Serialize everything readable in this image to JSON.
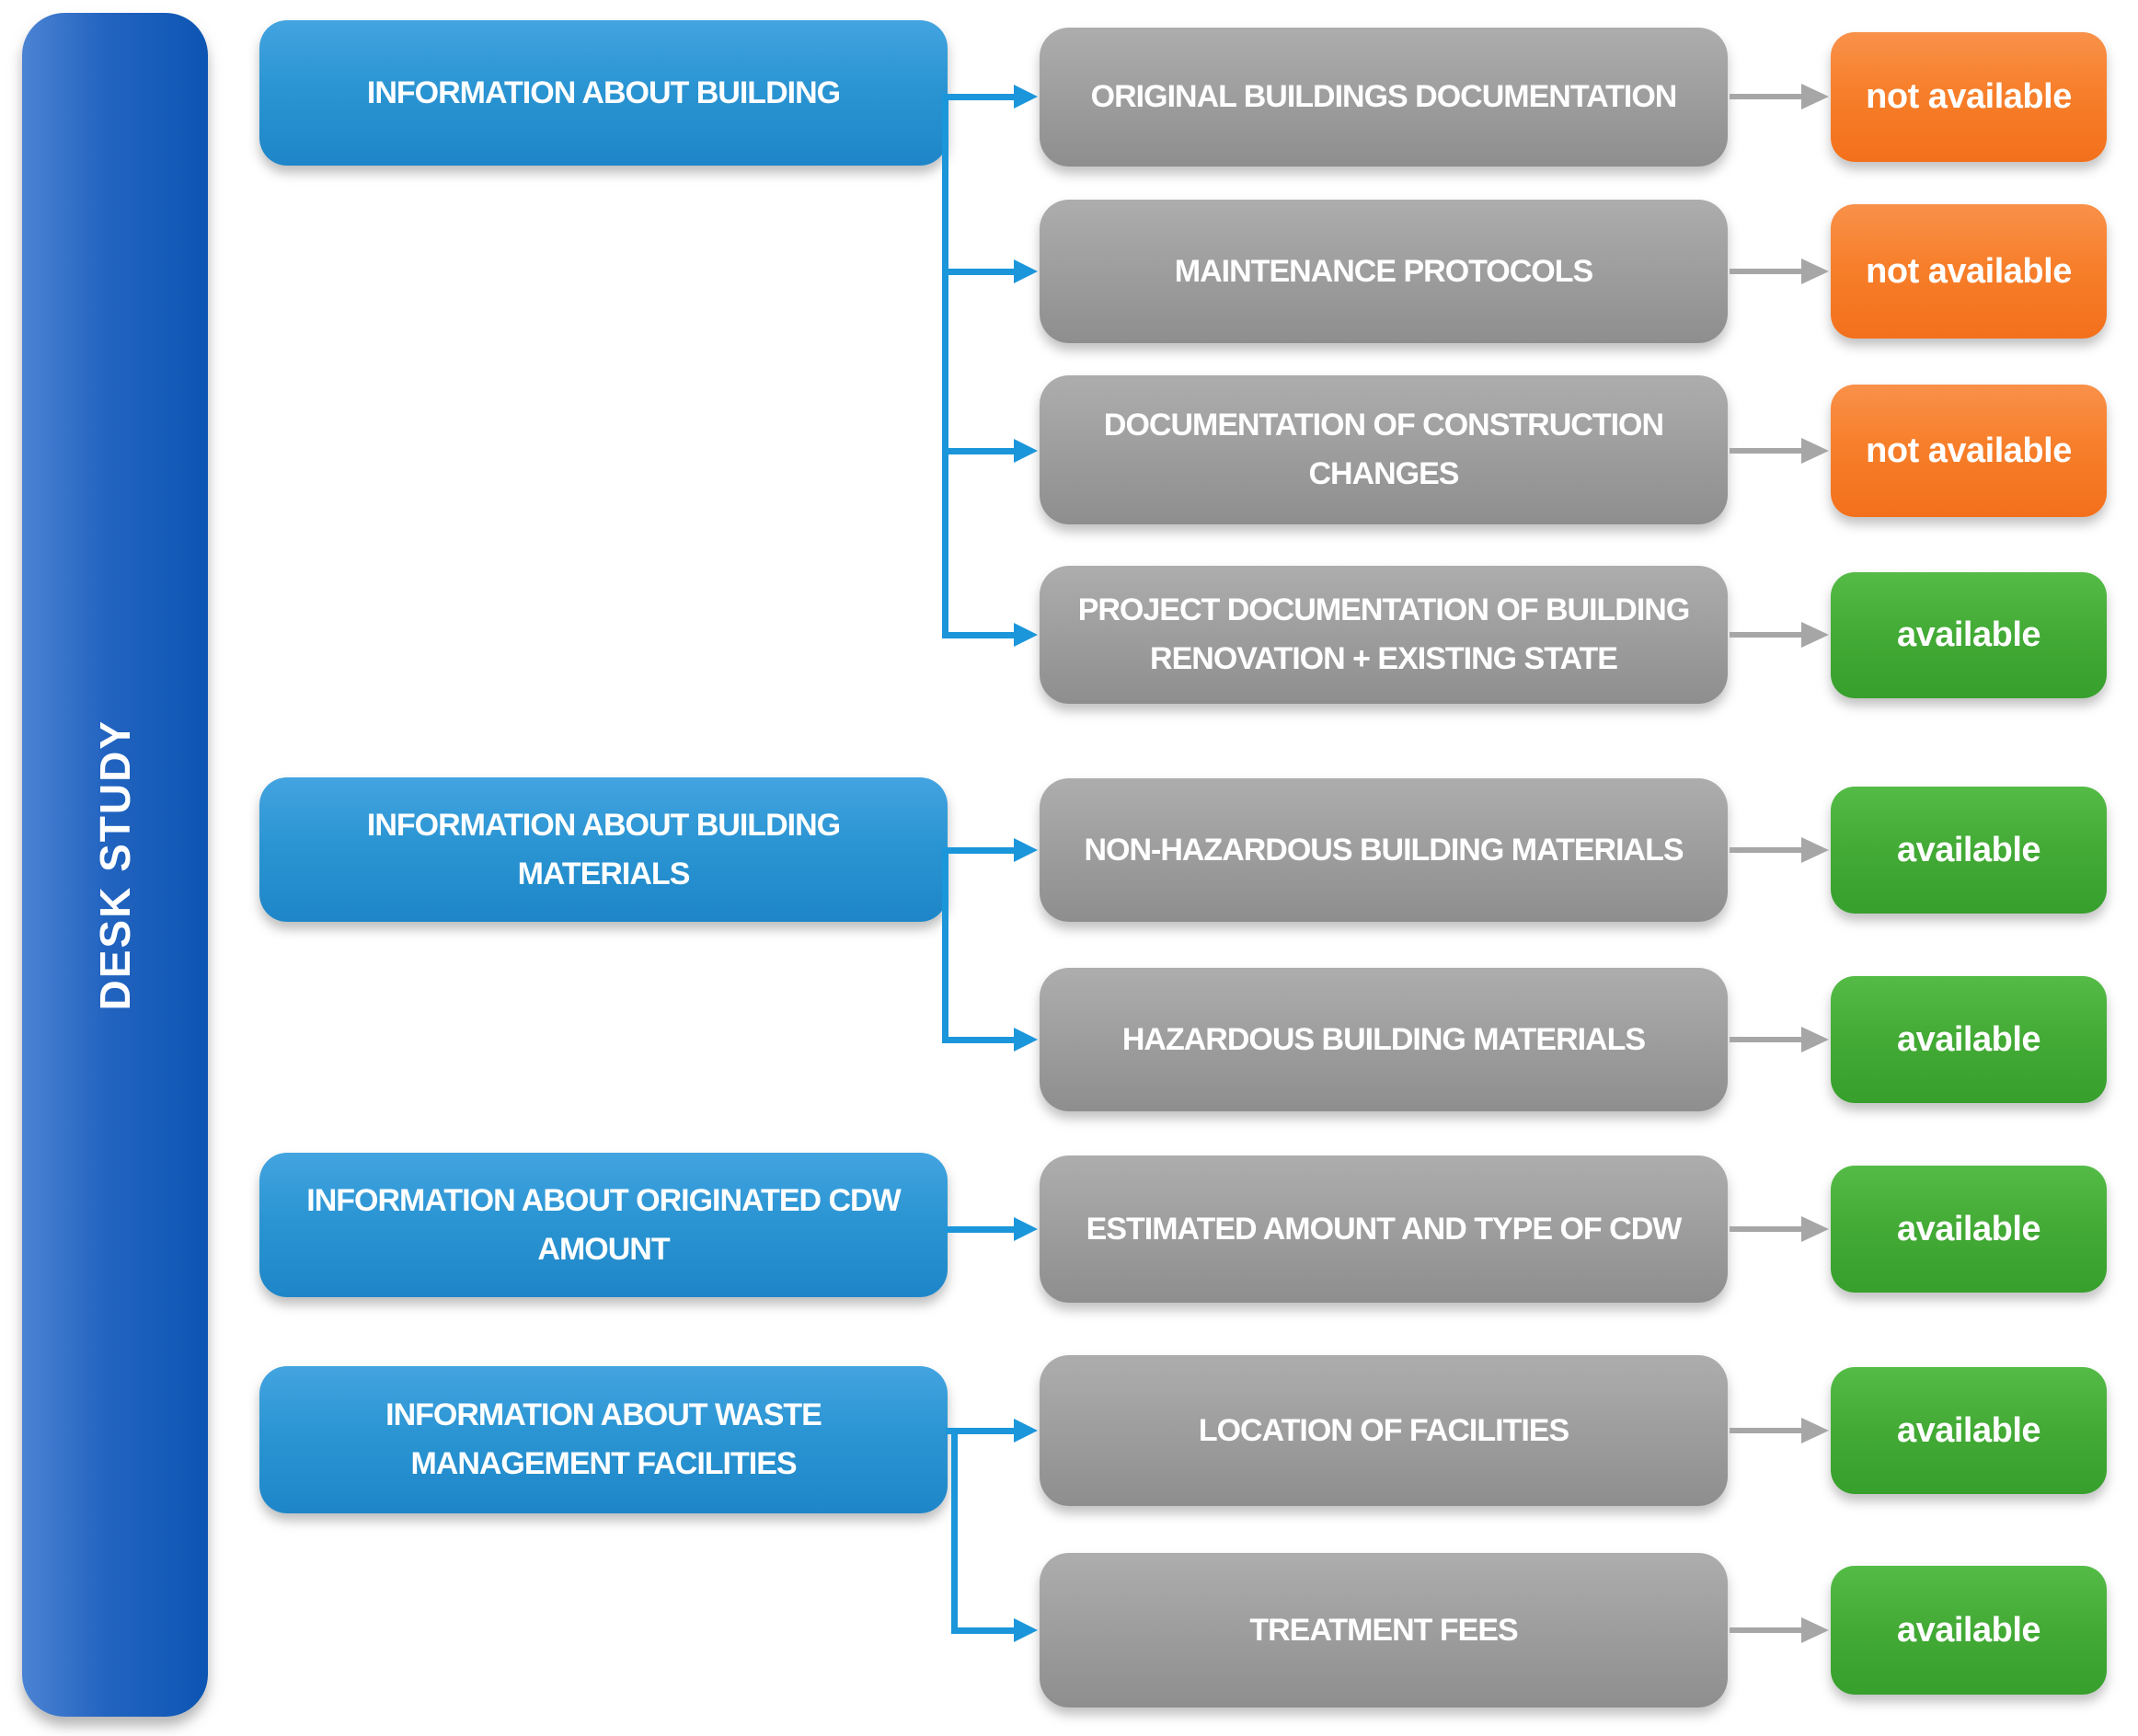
{
  "sidebar": {
    "label": "DESK STUDY"
  },
  "sections": [
    {
      "category": "INFORMATION ABOUT BUILDING",
      "items": [
        {
          "label": "ORIGINAL BUILDINGS DOCUMENTATION",
          "status": "not available",
          "availability": "negative"
        },
        {
          "label": "MAINTENANCE PROTOCOLS",
          "status": "not available",
          "availability": "negative"
        },
        {
          "label": "DOCUMENTATION OF CONSTRUCTION\nCHANGES",
          "status": "not available",
          "availability": "negative"
        },
        {
          "label": "PROJECT DOCUMENTATION OF BUILDING\nRENOVATION + EXISTING STATE",
          "status": "available",
          "availability": "positive"
        }
      ]
    },
    {
      "category": "INFORMATION ABOUT BUILDING\nMATERIALS",
      "items": [
        {
          "label": "NON-HAZARDOUS BUILDING MATERIALS",
          "status": "available",
          "availability": "positive"
        },
        {
          "label": "HAZARDOUS BUILDING MATERIALS",
          "status": "available",
          "availability": "positive"
        }
      ]
    },
    {
      "category": "INFORMATION ABOUT ORIGINATED CDW\nAMOUNT",
      "items": [
        {
          "label": "ESTIMATED AMOUNT AND TYPE OF CDW",
          "status": "available",
          "availability": "positive"
        }
      ]
    },
    {
      "category": "INFORMATION ABOUT WASTE\nMANAGEMENT FACILITIES",
      "items": [
        {
          "label": "LOCATION OF FACILITIES",
          "status": "available",
          "availability": "positive"
        },
        {
          "label": "TREATMENT FEES",
          "status": "available",
          "availability": "positive"
        }
      ]
    }
  ],
  "colors": {
    "category_blue_top": "#43a4e0",
    "category_blue_bottom": "#1e86c8",
    "item_gray_top": "#adadad",
    "item_gray_bottom": "#8e8e8e",
    "negative_orange_top": "#f9914a",
    "negative_orange_bottom": "#f3701b",
    "positive_green_top": "#54bc46",
    "positive_green_bottom": "#379f2c",
    "sidebar_blue_left": "#4c83d3",
    "sidebar_blue_right": "#0d55b3",
    "connector_blue": "#1b96da",
    "connector_gray": "#a6a6a6",
    "label_text": "#ffffff"
  }
}
